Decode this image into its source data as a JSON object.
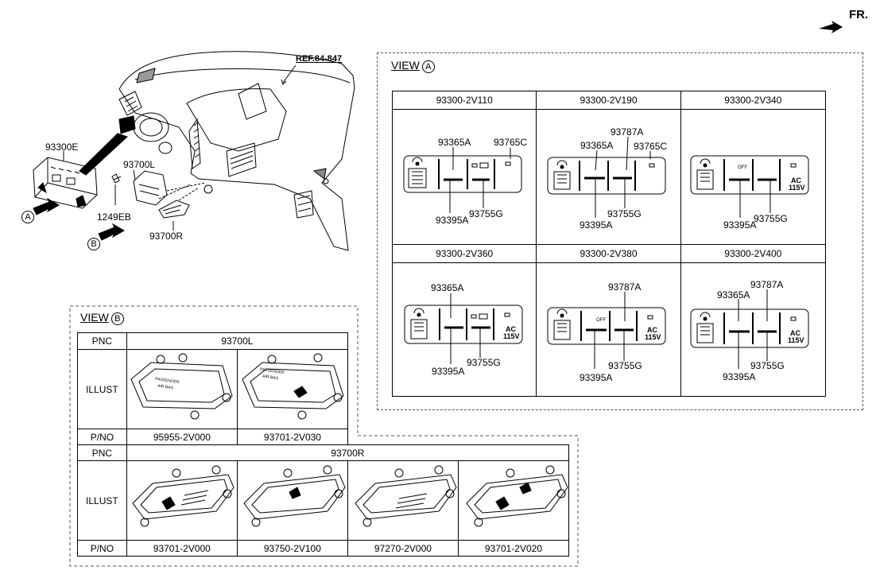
{
  "header": {
    "fr_label": "FR."
  },
  "main_diagram": {
    "ref_label": "REF.84-847",
    "parts": {
      "p93300E": "93300E",
      "p93700L": "93700L",
      "p1249EB": "1249EB",
      "p93700R": "93700R"
    },
    "view_markers": {
      "a": "A",
      "b": "B"
    }
  },
  "view_a": {
    "title": "VIEW",
    "marker": "A",
    "cells": [
      {
        "header": "93300-2V110",
        "labels": {
          "l1": "93365A",
          "l2": "93765C",
          "l3": "93395A",
          "l4": "93755G"
        }
      },
      {
        "header": "93300-2V190",
        "labels": {
          "l0": "93787A",
          "l1": "93365A",
          "l2": "93765C",
          "l3": "93395A",
          "l4": "93755G"
        }
      },
      {
        "header": "93300-2V340",
        "labels": {
          "l3": "93395A",
          "l4": "93755G"
        }
      },
      {
        "header": "93300-2V360",
        "labels": {
          "l1": "93365A",
          "l3": "93395A",
          "l4": "93755G"
        }
      },
      {
        "header": "93300-2V380",
        "labels": {
          "l0": "93787A",
          "l3": "93395A",
          "l4": "93755G"
        }
      },
      {
        "header": "93300-2V400",
        "labels": {
          "l0": "93787A",
          "l1": "93365A",
          "l3": "93395A",
          "l4": "93755G"
        }
      }
    ],
    "ac_label": "AC",
    "volt_label": "115V",
    "off_label": "OFF"
  },
  "view_b": {
    "title": "VIEW",
    "marker": "B",
    "row_labels": {
      "pnc": "PNC",
      "illust": "ILLUST",
      "pno": "P/NO"
    },
    "left": {
      "pnc": "93700L",
      "parts": [
        "95955-2V000",
        "93701-2V030"
      ]
    },
    "right": {
      "pnc": "93700R",
      "parts": [
        "93701-2V000",
        "93750-2V100",
        "97270-2V000",
        "93701-2V020"
      ]
    },
    "illust_text": {
      "passenger": "PASSENGER",
      "airbag": "AIR BAG"
    }
  }
}
